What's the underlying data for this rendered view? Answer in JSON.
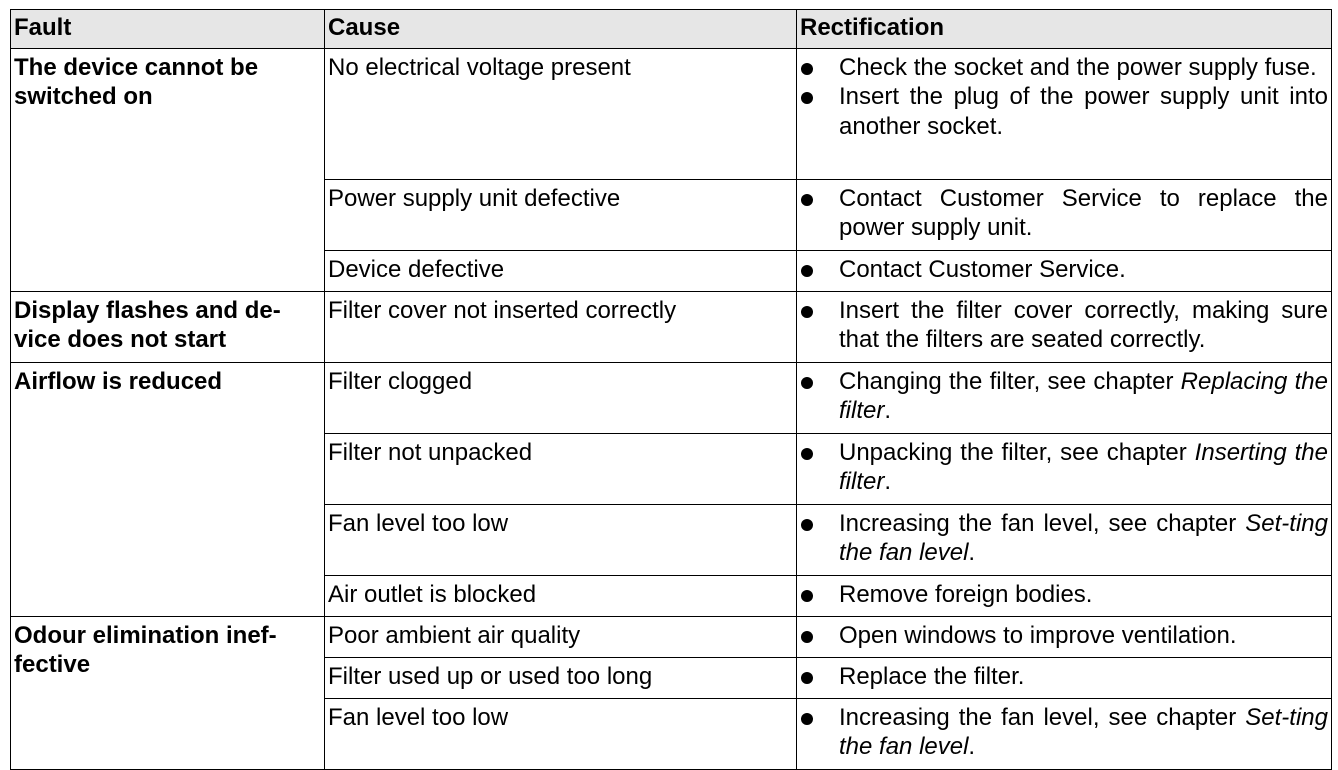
{
  "table": {
    "headers": [
      "Fault",
      "Cause",
      "Rectification"
    ],
    "groups": [
      {
        "fault": "The device cannot be switched on",
        "rows": [
          {
            "cause": "No electrical voltage present",
            "rectification": [
              {
                "text": "Check the socket and the power supply fuse.",
                "ref": ""
              },
              {
                "text": "Insert the plug of the power supply unit into another socket.",
                "ref": ""
              }
            ]
          },
          {
            "cause": "Power supply unit defective",
            "rectification": [
              {
                "text": "Contact Customer Service to replace the power supply unit.",
                "ref": ""
              }
            ]
          },
          {
            "cause": "Device defective",
            "rectification": [
              {
                "text": "Contact Customer Service.",
                "ref": ""
              }
            ]
          }
        ]
      },
      {
        "fault": "Display flashes and de-vice does not start",
        "rows": [
          {
            "cause": "Filter cover not inserted correctly",
            "rectification": [
              {
                "text": "Insert the filter cover correctly, making sure that the filters are seated correctly.",
                "ref": ""
              }
            ]
          }
        ]
      },
      {
        "fault": "Airflow is reduced",
        "rows": [
          {
            "cause": "Filter clogged",
            "rectification": [
              {
                "text": "Changing the filter, see chapter ",
                "ref": "Replacing the filter",
                "suffix": "."
              }
            ]
          },
          {
            "cause": "Filter not unpacked",
            "rectification": [
              {
                "text": "Unpacking the filter, see chapter ",
                "ref": "Inserting the filter",
                "suffix": "."
              }
            ]
          },
          {
            "cause": "Fan level too low",
            "rectification": [
              {
                "text": "Increasing the fan level, see chapter ",
                "ref": "Set-ting the fan level",
                "suffix": "."
              }
            ]
          },
          {
            "cause": "Air outlet is blocked",
            "rectification": [
              {
                "text": "Remove foreign bodies.",
                "ref": ""
              }
            ]
          }
        ]
      },
      {
        "fault": "Odour elimination inef-fective",
        "rows": [
          {
            "cause": "Poor ambient air quality",
            "rectification": [
              {
                "text": "Open windows to improve ventilation.",
                "ref": ""
              }
            ]
          },
          {
            "cause": "Filter used up or used too long",
            "rectification": [
              {
                "text": "Replace the filter.",
                "ref": ""
              }
            ]
          },
          {
            "cause": "Fan level too low",
            "rectification": [
              {
                "text": "Increasing the fan level, see chapter ",
                "ref": "Set-ting the fan level",
                "suffix": "."
              }
            ]
          }
        ]
      }
    ]
  }
}
